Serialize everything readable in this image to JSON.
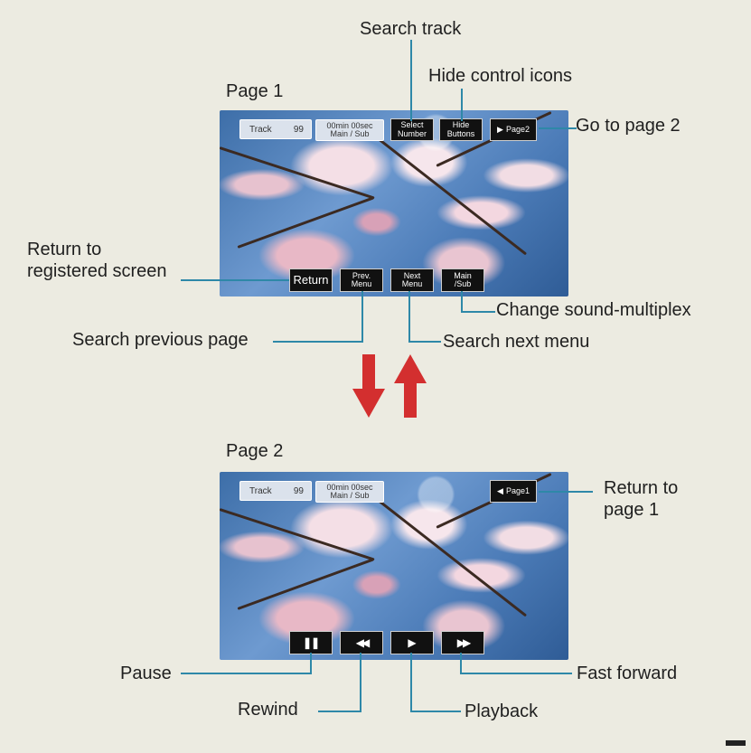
{
  "page1": {
    "label": "Page 1",
    "track_label": "Track",
    "track_value": "99",
    "time_line1": "00min  00sec",
    "time_line2": "Main / Sub",
    "select_number": "Select\nNumber",
    "hide_buttons": "Hide\nButtons",
    "page2_button": "Page2",
    "return_button": "Return",
    "prev_menu": "Prev.\nMenu",
    "next_menu": "Next\nMenu",
    "main_sub": "Main\n/Sub"
  },
  "page2": {
    "label": "Page 2",
    "track_label": "Track",
    "track_value": "99",
    "time_line1": "00min  00sec",
    "time_line2": "Main / Sub",
    "page1_button": "Page1"
  },
  "captions": {
    "search_track": "Search track",
    "hide_control_icons": "Hide control icons",
    "go_to_page_2": "Go to page 2",
    "return_to_registered": "Return to registered screen",
    "change_sound": "Change sound-multiplex",
    "search_previous_page": "Search previous page",
    "search_next_menu": "Search next menu",
    "return_to_page_1": "Return to page 1",
    "pause": "Pause",
    "rewind": "Rewind",
    "playback": "Playback",
    "fast_forward": "Fast forward"
  },
  "icons": {
    "pause": "pause-icon",
    "rewind": "rewind-icon",
    "play": "play-icon",
    "fast_forward": "fast-forward-icon",
    "arrow_down": "arrow-down-icon",
    "arrow_up": "arrow-up-icon"
  },
  "colors": {
    "background": "#ecebe1",
    "leader_line": "#2e88a8",
    "arrow": "#d32f2f"
  }
}
